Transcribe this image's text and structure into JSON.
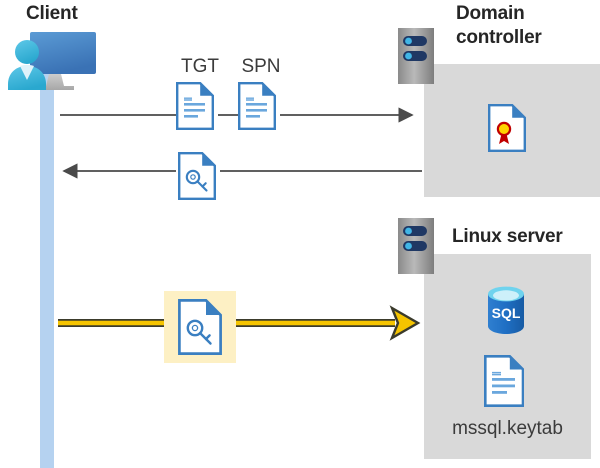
{
  "diagram": {
    "title_client": "Client",
    "title_domain_controller": "Domain\ncontroller",
    "title_domain_controller_line1": "Domain",
    "title_domain_controller_line2": "controller",
    "title_linux_server": "Linux server",
    "keytab_file_label": "mssql.keytab",
    "message_labels": {
      "tgt": "TGT",
      "spn": "SPN"
    },
    "sql_icon_text": "SQL",
    "icons": {
      "client": "user-computer-icon",
      "domain_controller_rack": "server-rack-icon",
      "linux_server_rack": "server-rack-icon",
      "tgt_document": "document-icon",
      "spn_document": "document-icon",
      "service_ticket": "document-key-icon",
      "session_key": "document-key-icon",
      "certificate": "document-certificate-icon",
      "sql_database": "sql-database-icon",
      "keytab_document": "document-icon"
    },
    "colors": {
      "panel_gray": "#d9d9d9",
      "lifeline_blue": "#b5d2f0",
      "arrow_gray": "#4a4a4a",
      "highlight_yellow": "#fdf0c4",
      "arrow_yellow": "#f5c400",
      "doc_blue": "#3a7fc1",
      "sql_blue": "#1f6fc4",
      "heading_dark": "#262626"
    },
    "flows": [
      {
        "id": "flow-1",
        "from": "Client",
        "to": "Domain controller",
        "direction": "right",
        "style": "thin-gray",
        "labels": [
          "TGT",
          "SPN"
        ]
      },
      {
        "id": "flow-2",
        "from": "Domain controller",
        "to": "Client",
        "direction": "left",
        "style": "thin-gray",
        "labels": []
      },
      {
        "id": "flow-3",
        "from": "Client",
        "to": "Linux server",
        "direction": "right",
        "style": "thick-yellow",
        "labels": []
      }
    ]
  }
}
